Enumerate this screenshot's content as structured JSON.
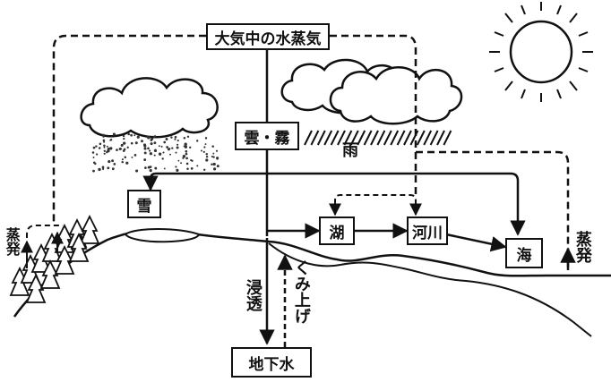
{
  "nodes": {
    "atmosphere": "大気中の水蒸気",
    "clouds_fog": "雲・霧",
    "snow": "雪",
    "lake": "湖",
    "river": "河川",
    "sea": "海",
    "groundwater": "地下水"
  },
  "labels": {
    "rain": "雨",
    "evaporation_left": "蒸発",
    "evaporation_right": "蒸発",
    "infiltration": "浸透",
    "pumping_up": "くみ上げ"
  },
  "colors": {
    "line": "#111111",
    "background": "#ffffff"
  }
}
